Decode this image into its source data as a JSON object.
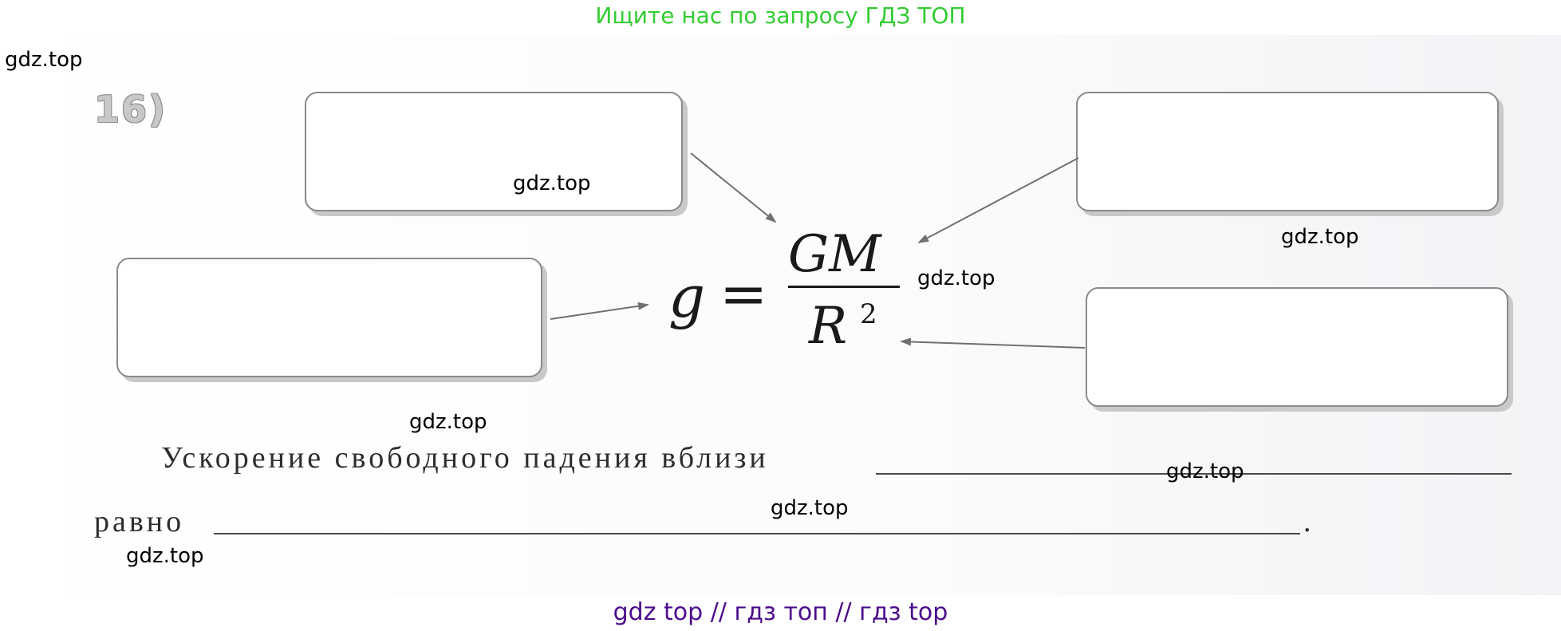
{
  "banner_top": "Ищите нас по запросу ГДЗ ТОП",
  "banner_bottom": "gdz top  //  гдз топ  //  гдз top",
  "task_number": "16)",
  "formula": {
    "lhs": "g",
    "equals": "=",
    "numerator": "GM",
    "denominator": "R",
    "exponent": "2"
  },
  "sentence": {
    "line1": "Ускорение свободного падения вблизи",
    "line2": "равно",
    "end": "."
  },
  "watermark": "gdz.top",
  "colors": {
    "banner_top": "#33cc33",
    "banner_bottom": "#4b0d8c",
    "box_border": "#8a8a8a",
    "arrow": "#707070"
  }
}
